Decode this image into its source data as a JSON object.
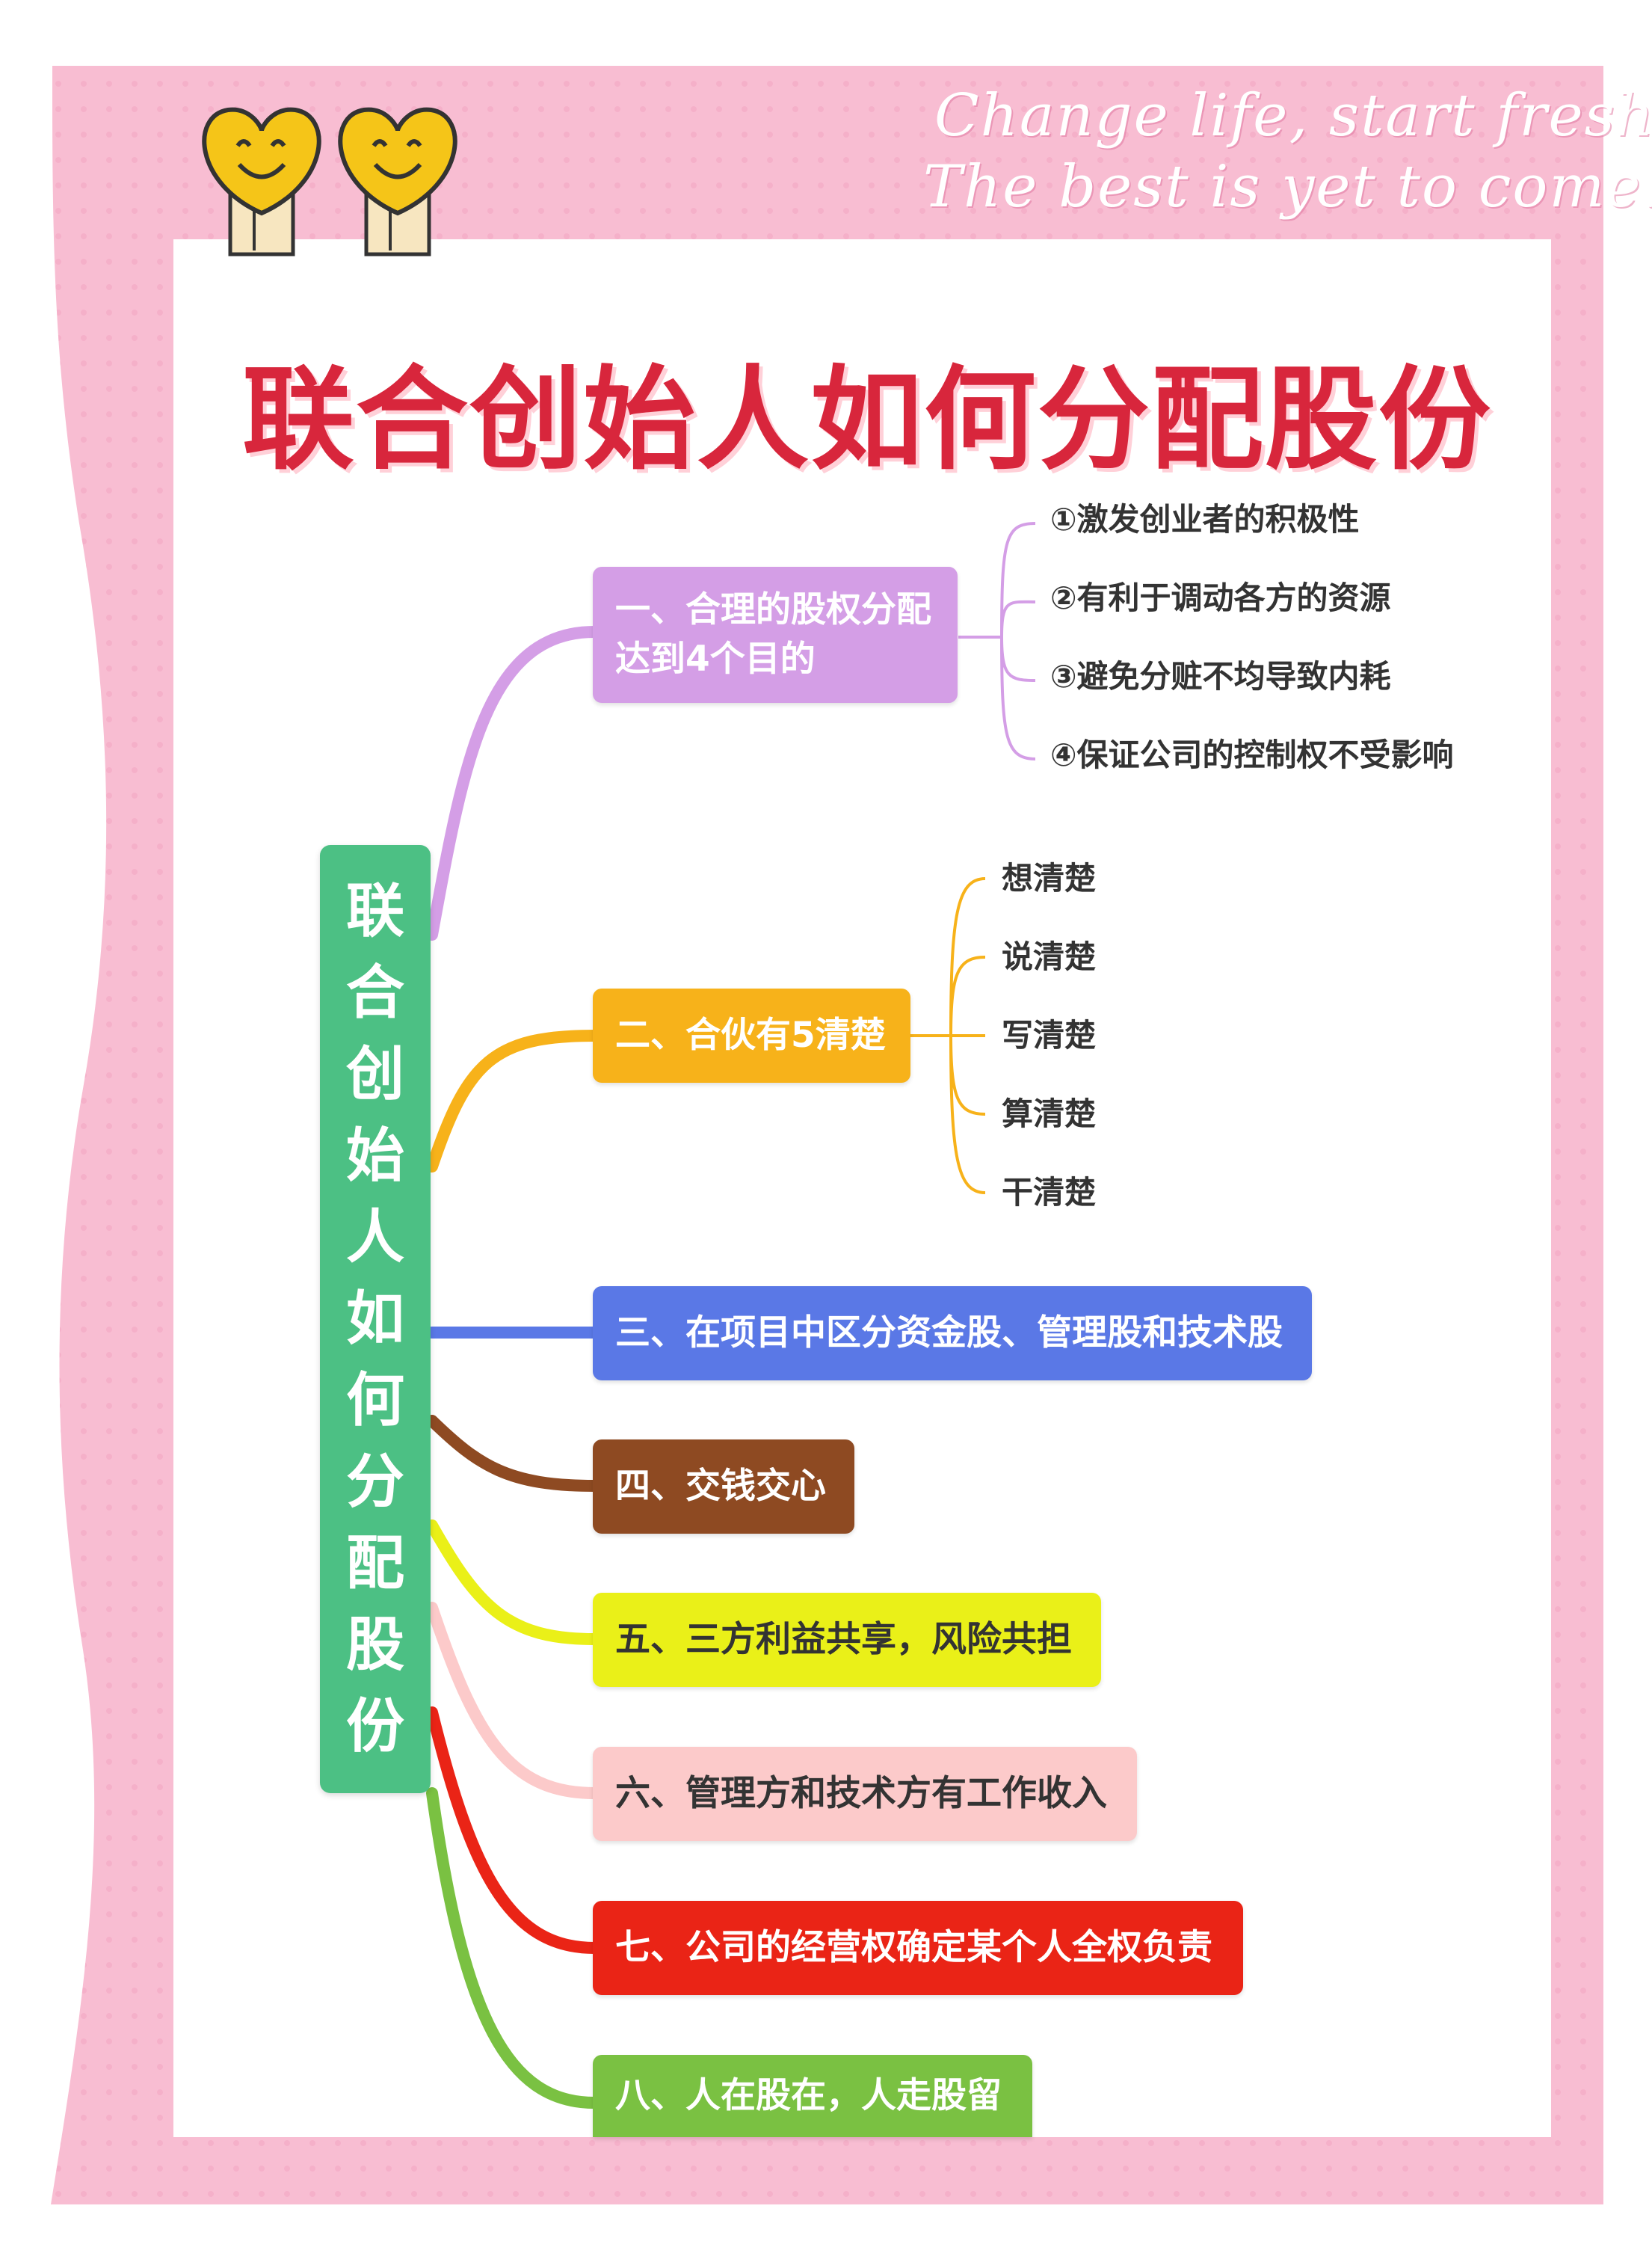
{
  "decor": {
    "line1": "Change life, start fresh.",
    "line2": "The best is yet to come."
  },
  "title": "联合创始人如何分配股份",
  "root": {
    "label": "联合创始人如何分配股份"
  },
  "branches": [
    {
      "label_line1": "一、合理的股权分配",
      "label_line2": "达到4个目的",
      "color": "#d49ee6"
    },
    {
      "label": "二、合伙有5清楚",
      "color": "#f7b21a"
    },
    {
      "label": "三、在项目中区分资金股、管理股和技术股",
      "color": "#5a78e6"
    },
    {
      "label": "四、交钱交心",
      "color": "#8e4a22"
    },
    {
      "label": "五、三方利益共享，风险共担",
      "color": "#eaf018"
    },
    {
      "label": "六、管理方和技术方有工作收入",
      "color": "#fccaca"
    },
    {
      "label": "七、公司的经营权确定某个人全权负责",
      "color": "#ea2416"
    },
    {
      "label": "八、人在股在，人走股留",
      "color": "#7ac142"
    }
  ],
  "purposes": [
    "①激发创业者的积极性",
    "②有利于调动各方的资源",
    "③避免分赃不均导致内耗",
    "④保证公司的控制权不受影响"
  ],
  "clarities": [
    "想清楚",
    "说清楚",
    "写清楚",
    "算清楚",
    "干清楚"
  ],
  "colors": {
    "frame": "#f8bdd2",
    "root": "#4cc084",
    "title": "#d8263c"
  }
}
